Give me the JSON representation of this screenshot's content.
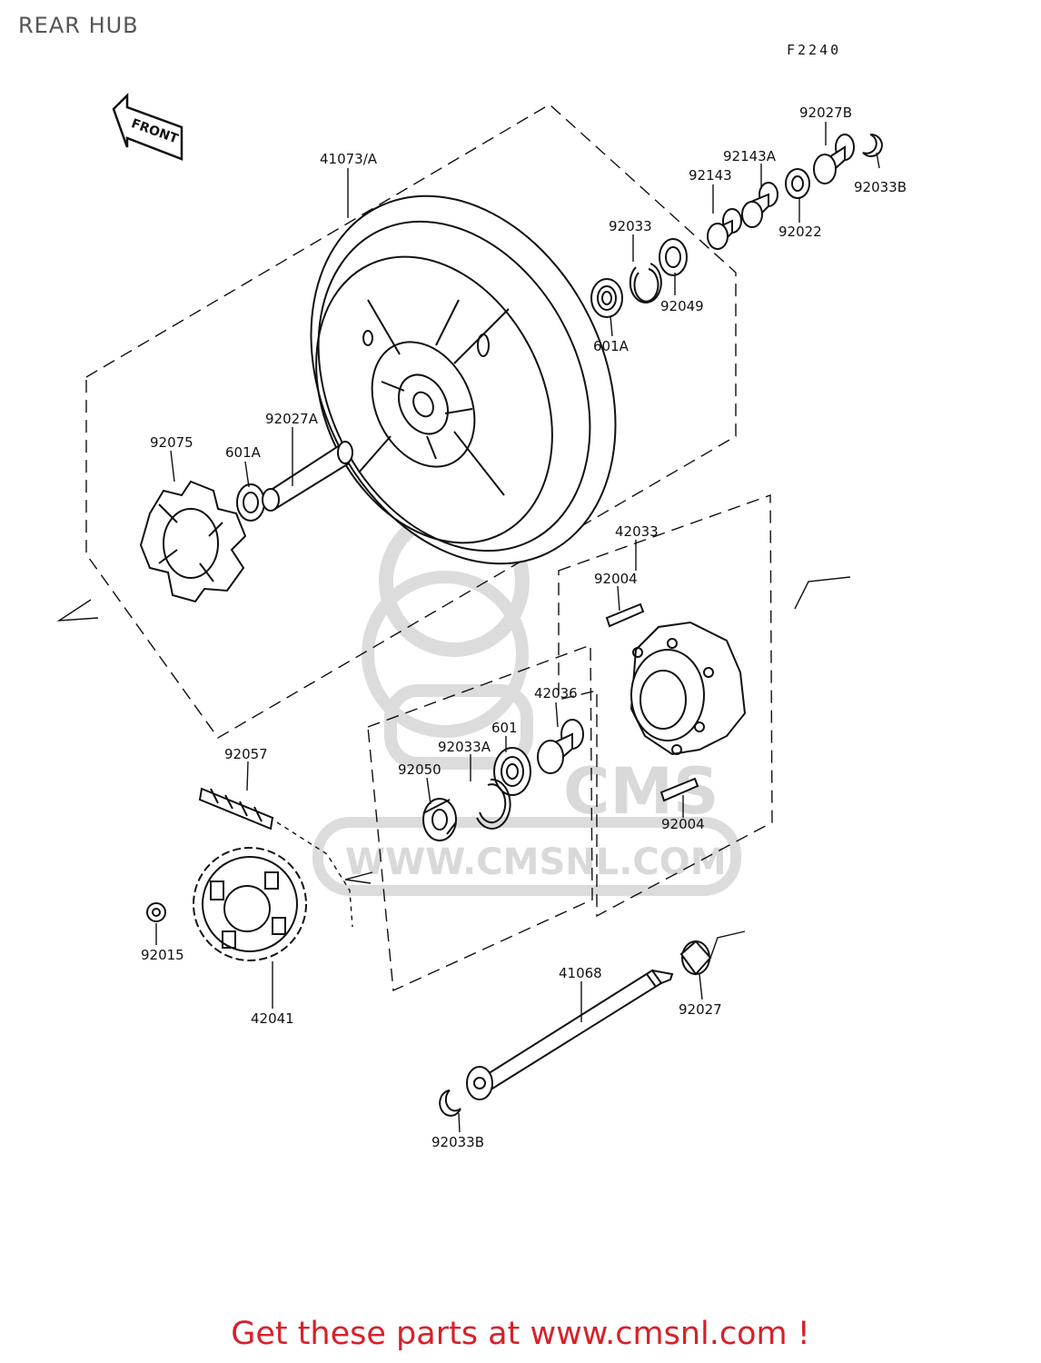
{
  "header": {
    "title": "REAR HUB",
    "diagram_code": "F2240",
    "front_arrow_text": "FRONT"
  },
  "watermark": {
    "text": "WWW.CMSNL.COM",
    "logo_text": "CMS"
  },
  "footer": {
    "link_text": "Get these parts at www.cmsnl.com !"
  },
  "parts": [
    {
      "id": "41073A",
      "label": "41073/A"
    },
    {
      "id": "92027B",
      "label": "92027B"
    },
    {
      "id": "92143A",
      "label": "92143A"
    },
    {
      "id": "92143",
      "label": "92143"
    },
    {
      "id": "92033B_top",
      "label": "92033B"
    },
    {
      "id": "92022",
      "label": "92022"
    },
    {
      "id": "92033",
      "label": "92033"
    },
    {
      "id": "92049",
      "label": "92049"
    },
    {
      "id": "601A_right",
      "label": "601A"
    },
    {
      "id": "92075",
      "label": "92075"
    },
    {
      "id": "601A_left",
      "label": "601A"
    },
    {
      "id": "92027A",
      "label": "92027A"
    },
    {
      "id": "42033",
      "label": "42033"
    },
    {
      "id": "92004_top",
      "label": "92004"
    },
    {
      "id": "42036",
      "label": "42036"
    },
    {
      "id": "601",
      "label": "601"
    },
    {
      "id": "92033A",
      "label": "92033A"
    },
    {
      "id": "92050",
      "label": "92050"
    },
    {
      "id": "92004_bottom",
      "label": "92004"
    },
    {
      "id": "92057",
      "label": "92057"
    },
    {
      "id": "92015",
      "label": "92015"
    },
    {
      "id": "42041",
      "label": "42041"
    },
    {
      "id": "41068",
      "label": "41068"
    },
    {
      "id": "92027",
      "label": "92027"
    },
    {
      "id": "92033B_bottom",
      "label": "92033B"
    }
  ]
}
